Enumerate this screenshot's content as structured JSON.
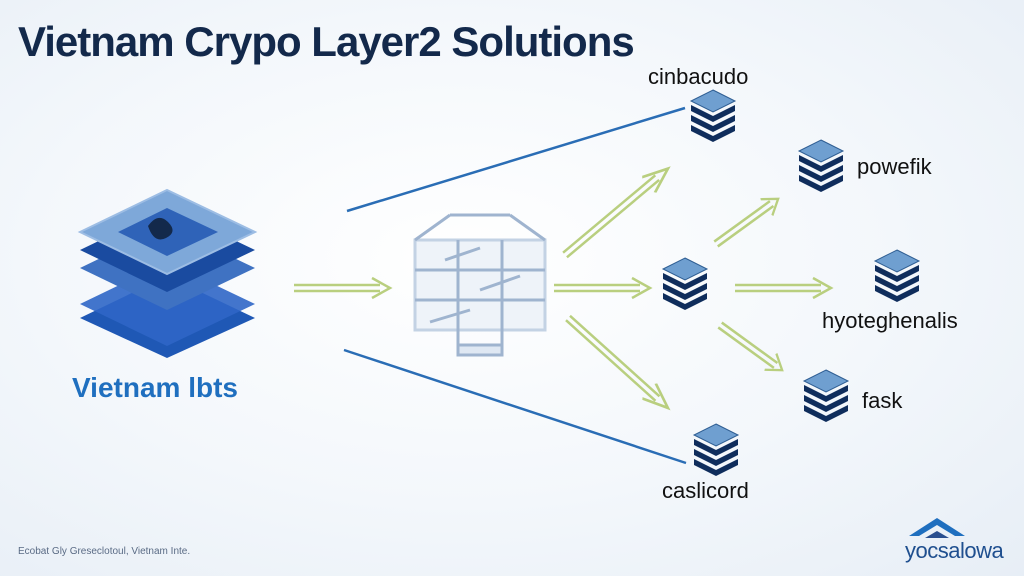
{
  "title": "Vietnam Crypo Layer2 Solutions",
  "source": {
    "label": "Vietnam lbts"
  },
  "nodes": {
    "top": "cinbacudo",
    "upper_right": "powefik",
    "right": "hyoteghenalis",
    "lower_right": "fask",
    "bottom": "caslicord"
  },
  "footer": {
    "text": "Ecobat Gly Greseclotoul, Vietnam Inte."
  },
  "brand": {
    "name": "yocsalowa"
  },
  "colors": {
    "title": "#13294b",
    "accent_blue": "#1f6fbf",
    "cube_top": "#6f9fd0",
    "cube_dark": "#0f2d5c",
    "arrow": "#b9cf7f",
    "line": "#2a6db5"
  }
}
